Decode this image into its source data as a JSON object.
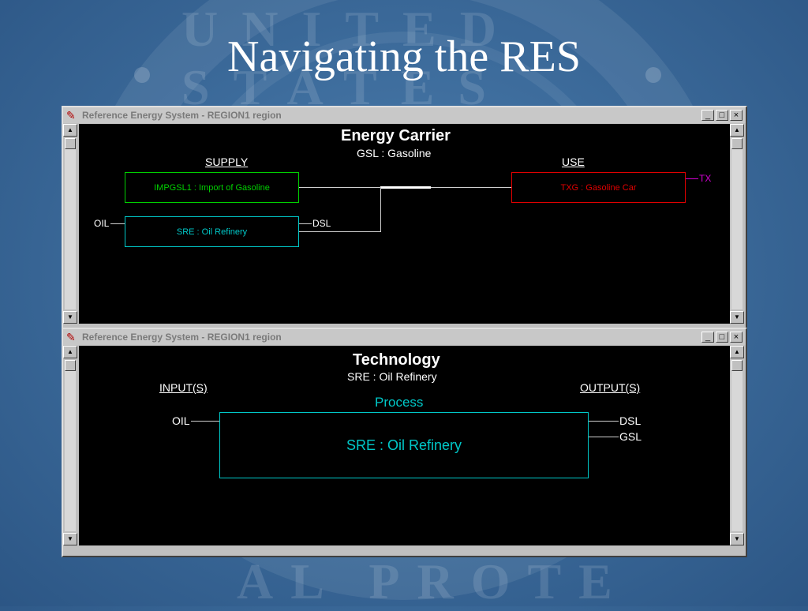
{
  "slide": {
    "title": "Navigating the RES"
  },
  "window1": {
    "title": "Reference Energy System - REGION1 region",
    "controls": {
      "minimize": "_",
      "maximize": "□",
      "close": "×"
    },
    "heading": "Energy Carrier",
    "subheading": "GSL : Gasoline",
    "supply_label": "SUPPLY",
    "use_label": "USE",
    "supply_box_1": "IMPGSL1 : Import of Gasoline",
    "supply_box_2": "SRE : Oil Refinery",
    "use_box": "TXG : Gasoline Car",
    "input_oil": "OIL",
    "output_dsl": "DSL",
    "output_tx": "TX",
    "colors": {
      "supply_box_1": "#00d000",
      "supply_box_2": "#00c8c8",
      "use_box": "#e00000",
      "tx_label": "#d000d0"
    }
  },
  "window2": {
    "title": "Reference Energy System - REGION1 region",
    "controls": {
      "minimize": "_",
      "maximize": "□",
      "close": "×"
    },
    "heading": "Technology",
    "subheading": "SRE : Oil Refinery",
    "inputs_label": "INPUT(S)",
    "outputs_label": "OUTPUT(S)",
    "process_label": "Process",
    "process_box": "SRE : Oil Refinery",
    "input_oil": "OIL",
    "output_dsl": "DSL",
    "output_gsl": "GSL",
    "colors": {
      "process": "#00c8c8"
    }
  },
  "background": {
    "seal_text_top": "UNITED STATES",
    "seal_text_bottom": "AL PROTE"
  }
}
